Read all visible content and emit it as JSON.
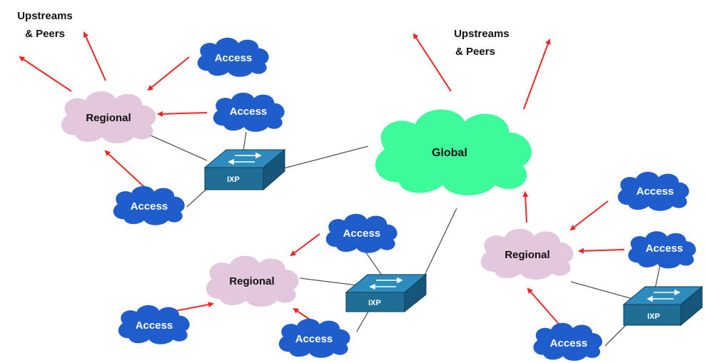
{
  "colors": {
    "access_cloud": "#1f5ccc",
    "regional_cloud": "#e3c7dc",
    "global_cloud": "#3dfb9a",
    "ixp_switch": "#1e6e96",
    "arrow": "#f22424",
    "link": "#555555"
  },
  "labels": {
    "upstreams_line1": "Upstreams",
    "upstreams_line2": "& Peers",
    "global": "Global",
    "regional": "Regional",
    "access": "Access",
    "ixp": "IXP"
  },
  "icons": {
    "switch": "network-switch-icon",
    "cloud": "cloud-icon"
  }
}
